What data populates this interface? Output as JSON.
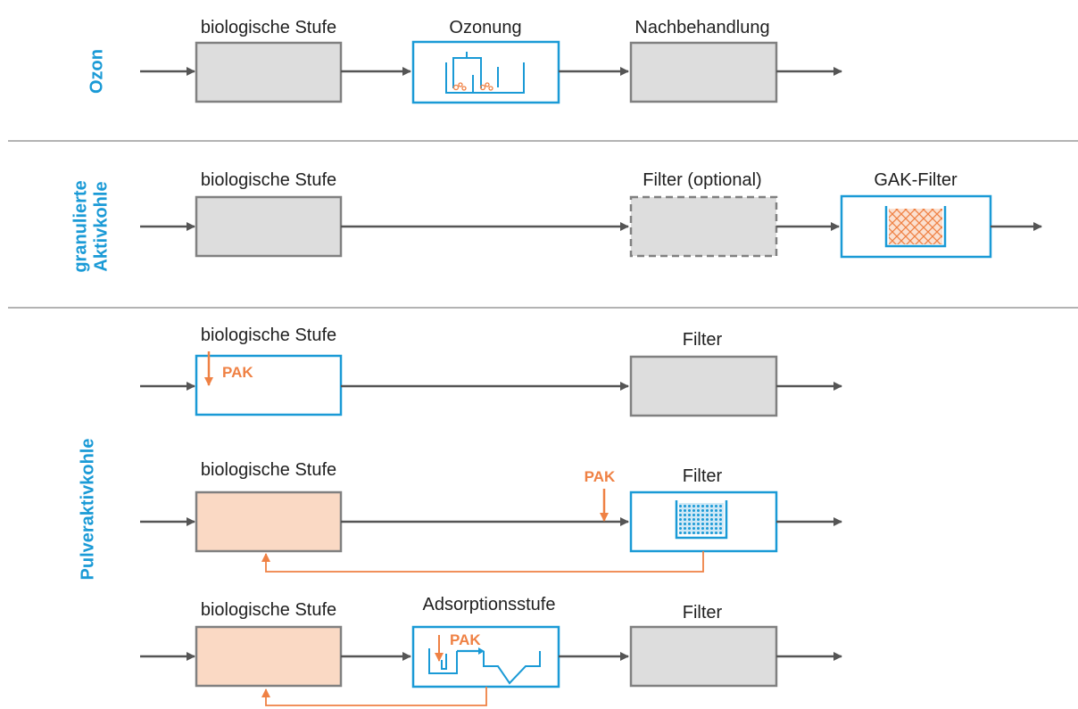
{
  "colors": {
    "blue": "#1a9ad6",
    "orange": "#ef8144",
    "gray_box": "#dddddd",
    "gray_stroke": "#808080",
    "salmon_box": "#fad9c4",
    "line": "#555555",
    "divider": "#9a9a9a"
  },
  "sections": {
    "ozon": {
      "side_label": "Ozon",
      "stages": [
        "biologische Stufe",
        "Ozonung",
        "Nachbehandlung"
      ]
    },
    "gak": {
      "side_label_line1": "granulierte",
      "side_label_line2": "Aktivkohle",
      "stages": [
        "biologische Stufe",
        "Filter (optional)",
        "GAK-Filter"
      ]
    },
    "pak": {
      "side_label": "Pulveraktivkohle",
      "variant1": {
        "stages": [
          "biologische Stufe",
          "Filter"
        ],
        "dosing": "PAK"
      },
      "variant2": {
        "stages": [
          "biologische Stufe",
          "Filter"
        ],
        "dosing": "PAK"
      },
      "variant3": {
        "stages": [
          "biologische Stufe",
          "Adsorptionsstufe",
          "Filter"
        ],
        "dosing": "PAK"
      }
    }
  }
}
